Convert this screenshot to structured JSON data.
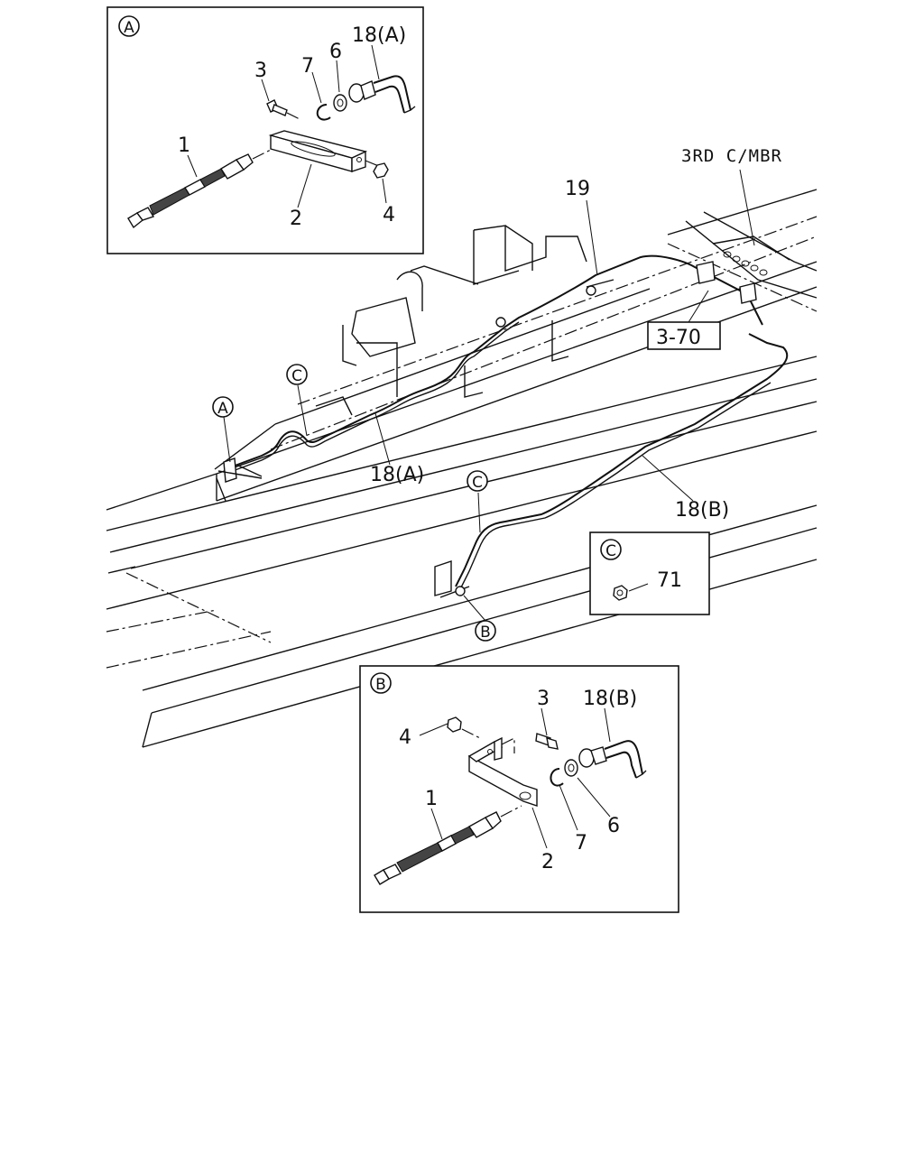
{
  "diagram": {
    "detail_a": {
      "marker": "A",
      "labels": {
        "p1": "1",
        "p2": "2",
        "p3": "3",
        "p4": "4",
        "p6": "6",
        "p7": "7",
        "p18": "18(A)"
      }
    },
    "detail_b": {
      "marker": "B",
      "labels": {
        "p1": "1",
        "p2": "2",
        "p3": "3",
        "p4": "4",
        "p6": "6",
        "p7": "7",
        "p18": "18(B)"
      }
    },
    "detail_c": {
      "marker": "C",
      "labels": {
        "p71": "71"
      }
    },
    "main": {
      "crossmember_label": "3RD C/MBR",
      "ref_box": "3-70",
      "label_19": "19",
      "label_18a": "18(A)",
      "label_18b": "18(B)",
      "callout_a": "A",
      "callout_b": "B",
      "callout_c1": "C",
      "callout_c2": "C"
    }
  }
}
